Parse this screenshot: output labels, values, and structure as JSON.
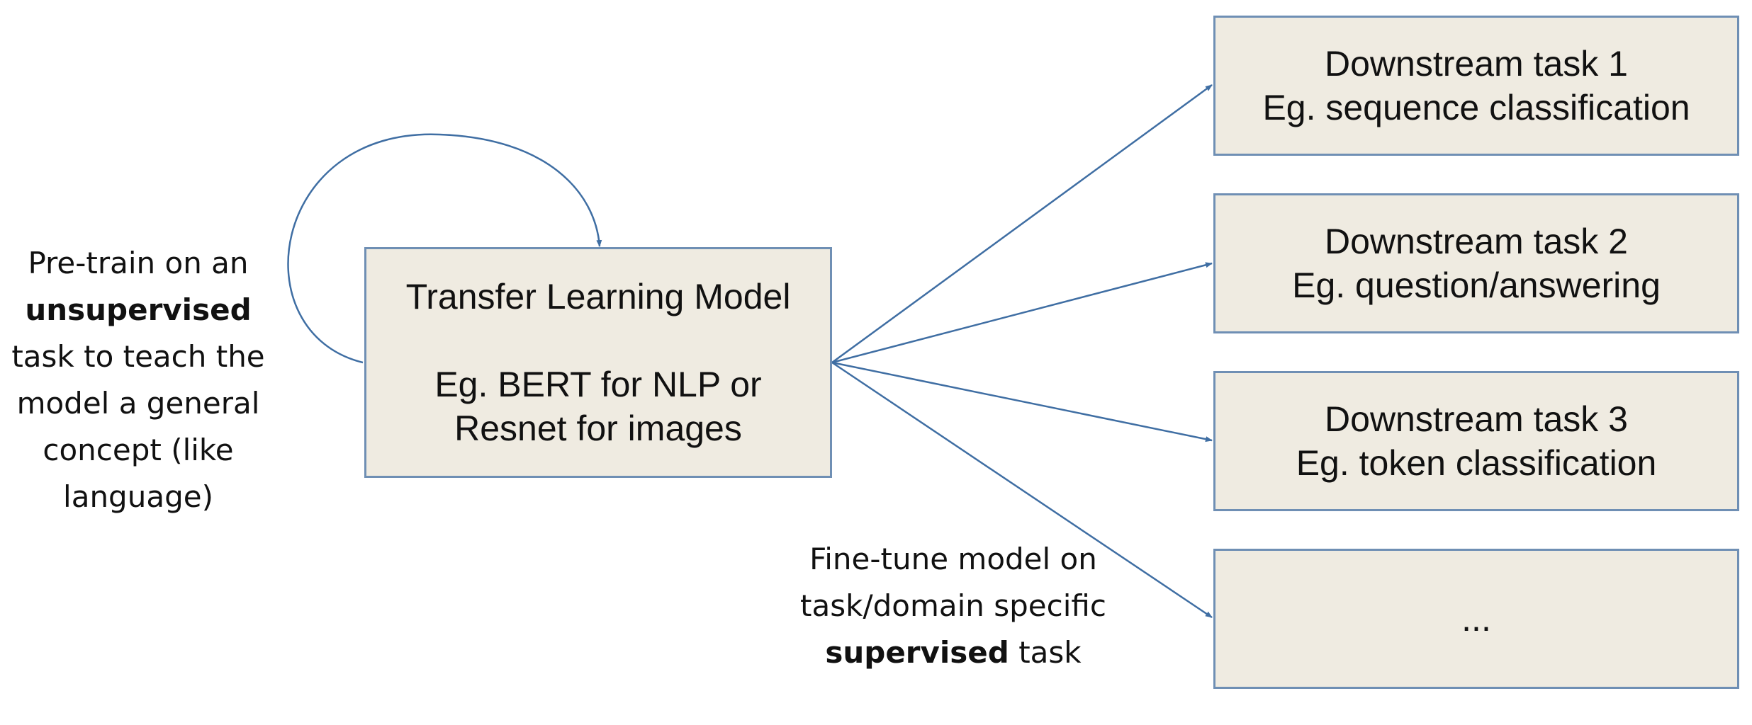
{
  "center_box": {
    "line1": "Transfer Learning Model",
    "line2": "Eg. BERT for NLP or",
    "line3": "Resnet for images"
  },
  "downstream": [
    {
      "title": "Downstream task 1",
      "example": "Eg. sequence classification"
    },
    {
      "title": "Downstream task 2",
      "example": "Eg. question/answering"
    },
    {
      "title": "Downstream task 3",
      "example": "Eg. token classification"
    },
    {
      "title": "",
      "example": "..."
    }
  ],
  "pretrain_note": {
    "part1": "Pre-train on an",
    "bold": "unsupervised",
    "part2": "task to teach the model a general concept (like language)"
  },
  "finetune_note": {
    "part1": "Fine-tune model on task/domain specific",
    "bold": "supervised",
    "part2": "task"
  },
  "colors": {
    "box_fill": "#efebe1",
    "box_border": "#6f8fb4",
    "arrow": "#3f6ea3"
  }
}
